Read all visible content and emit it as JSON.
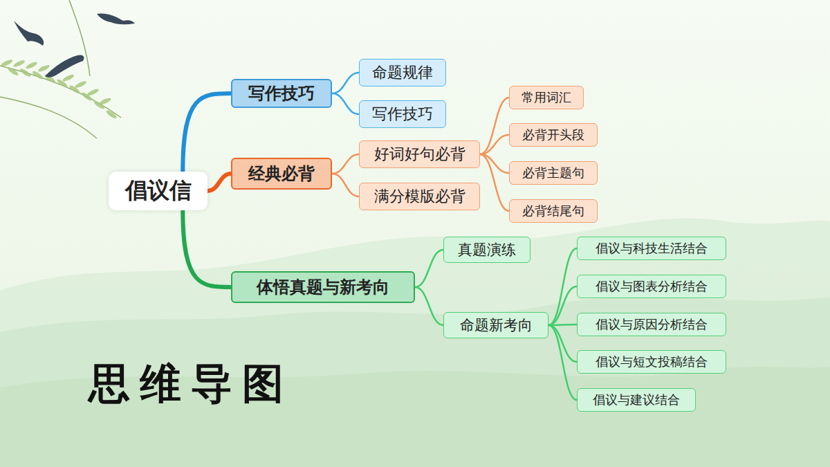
{
  "diagram": {
    "nodes": [
      {
        "text": [
          "倡议信"
        ]
      },
      {
        "text": [
          "写作技巧"
        ]
      },
      {
        "text": [
          "命题规律"
        ]
      },
      {
        "text": [
          "写作技巧"
        ]
      },
      {
        "text": [
          "经典必背"
        ]
      },
      {
        "text": [
          "好词好句必背"
        ]
      },
      {
        "text": [
          "常用词汇"
        ]
      },
      {
        "text": [
          "必背开头段"
        ]
      },
      {
        "text": [
          "必背主题句"
        ]
      },
      {
        "text": [
          "必背结尾句"
        ]
      },
      {
        "text": [
          "满分模版必背"
        ]
      },
      {
        "text": [
          "体悟真题与新考向"
        ]
      },
      {
        "text": [
          "真题演练"
        ]
      },
      {
        "text": [
          "命题新考向"
        ]
      },
      {
        "text": [
          "倡议与科技生活结合"
        ]
      },
      {
        "text": [
          "倡议与图表分析结合"
        ]
      },
      {
        "text": [
          "倡议与原因分析结合"
        ]
      },
      {
        "text": [
          "倡议与短文投稿结合"
        ]
      },
      {
        "text": [
          "倡议与建议结合"
        ]
      }
    ],
    "edges": [
      {
        "from": 0,
        "to": 1,
        "arrow": "none"
      },
      {
        "from": 1,
        "to": 2,
        "arrow": "none"
      },
      {
        "from": 1,
        "to": 3,
        "arrow": "none"
      },
      {
        "from": 0,
        "to": 4,
        "arrow": "none"
      },
      {
        "from": 4,
        "to": 5,
        "arrow": "none"
      },
      {
        "from": 5,
        "to": 6,
        "arrow": "none"
      },
      {
        "from": 5,
        "to": 7,
        "arrow": "none"
      },
      {
        "from": 5,
        "to": 8,
        "arrow": "none"
      },
      {
        "from": 5,
        "to": 9,
        "arrow": "none"
      },
      {
        "from": 4,
        "to": 10,
        "arrow": "none"
      },
      {
        "from": 0,
        "to": 11,
        "arrow": "none"
      },
      {
        "from": 11,
        "to": 12,
        "arrow": "none"
      },
      {
        "from": 11,
        "to": 13,
        "arrow": "none"
      },
      {
        "from": 13,
        "to": 14,
        "arrow": "none"
      },
      {
        "from": 13,
        "to": 15,
        "arrow": "none"
      },
      {
        "from": 13,
        "to": 16,
        "arrow": "none"
      },
      {
        "from": 13,
        "to": 17,
        "arrow": "none"
      },
      {
        "from": 13,
        "to": 18,
        "arrow": "none"
      }
    ],
    "labels": [
      "思维导图"
    ]
  }
}
